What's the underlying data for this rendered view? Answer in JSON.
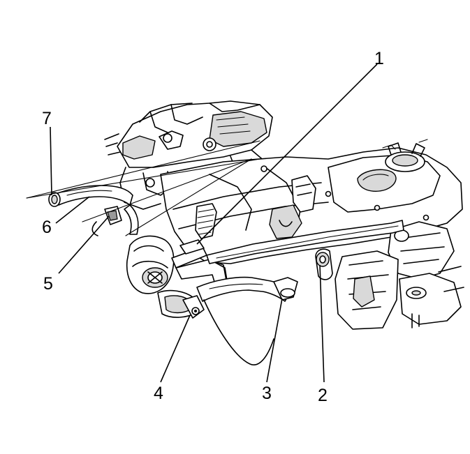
{
  "callouts": [
    {
      "id": "1",
      "label": "1"
    },
    {
      "id": "2",
      "label": "2"
    },
    {
      "id": "3",
      "label": "3"
    },
    {
      "id": "4",
      "label": "4"
    },
    {
      "id": "5",
      "label": "5"
    },
    {
      "id": "6",
      "label": "6"
    },
    {
      "id": "7",
      "label": "7"
    }
  ],
  "colors": {
    "line": "#000000",
    "shade": "#d9d9d9",
    "background": "#ffffff"
  }
}
